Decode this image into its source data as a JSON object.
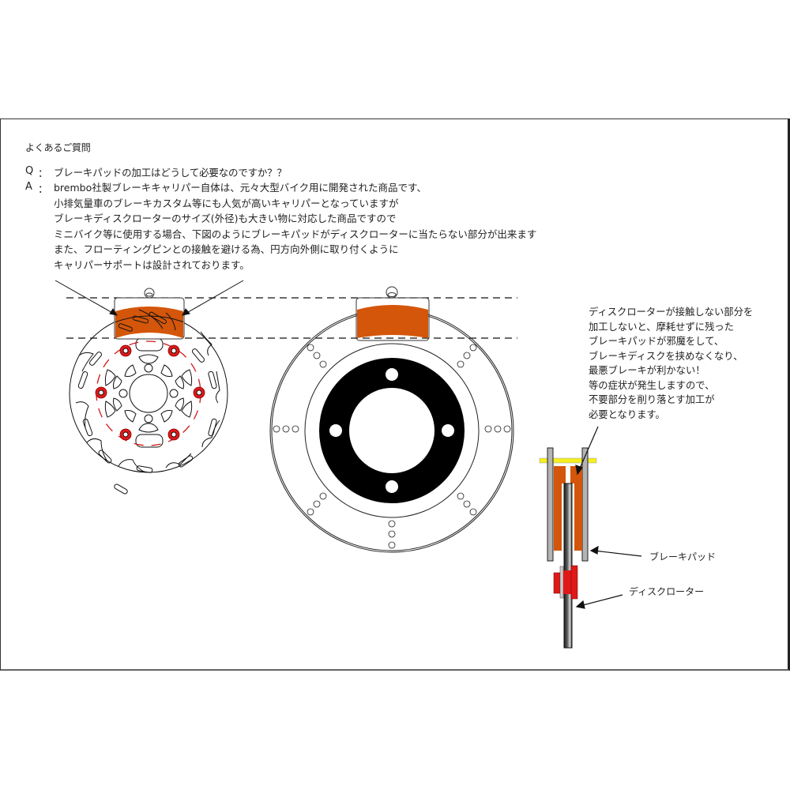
{
  "faq": {
    "title": "よくあるご質問",
    "q_label": "Q",
    "a_label": "A",
    "colon": "：",
    "question": "ブレーキパッドの加工はどうして必要なのですか？？",
    "answer_lines": [
      "brembo社製ブレーキキャリパー自体は、元々大型バイク用に開発された商品です、",
      "小排気量車のブレーキカスタム等にも人気が高いキャリパーとなっていますが",
      "ブレーキディスクローターのサイズ(外径)も大きい物に対応した商品ですので",
      "ミニバイク等に使用する場合、下図のようにブレーキパッドがディスクローターに当たらない部分が出来ます",
      "また、フローティングピンとの接触を避ける為、円方向外側に取り付くように",
      "キャリパーサポートは設計されております。"
    ]
  },
  "note": {
    "lines": [
      "ディスクローターが接触しない部分を",
      "加工しないと、摩耗せずに残った",
      "ブレーキパッドが邪魔をして、",
      "ブレーキディスクを挟めなくなり、",
      "最悪ブレーキが利かない！",
      "等の症状が発生しますので、",
      "不要部分を削り落とす加工が",
      "必要となります。"
    ]
  },
  "callouts": {
    "brake_pad": "ブレーキパッド",
    "disc_rotor": "ディスクローター"
  },
  "colors": {
    "pad_orange": "#d4560a",
    "bolt_red": "#e01818",
    "caliper_gray": "#b4b4b4",
    "shim_yellow": "#f4f020",
    "hub_black": "#000000"
  }
}
